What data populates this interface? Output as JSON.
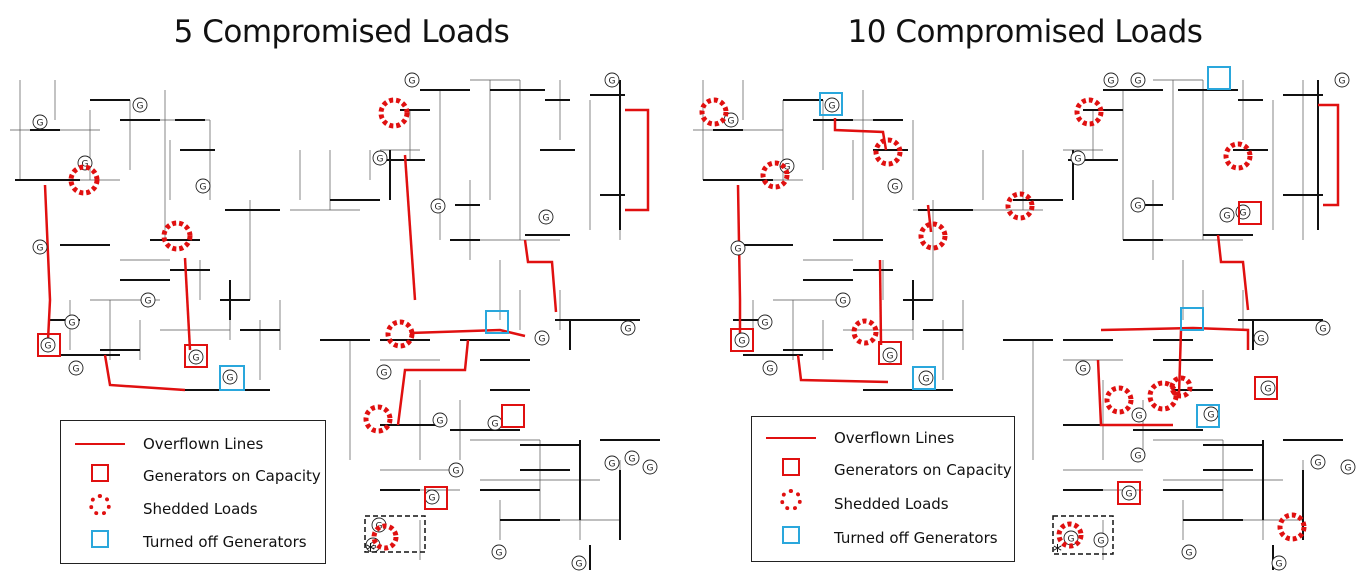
{
  "panels": [
    {
      "title": "5 Compromised Loads"
    },
    {
      "title": "10 Compromised Loads"
    }
  ],
  "legend": {
    "overflown_lines": "Overflown Lines",
    "generators_on_capacity": "Generators on Capacity",
    "shedded_loads": "Shedded Loads",
    "turned_off_generators": "Turned off Generators"
  },
  "symbols": {
    "generator": "G",
    "attack_marker": "*"
  },
  "colors": {
    "overflow": "#e01010",
    "capacity": "#e01010",
    "shed": "#e01010",
    "turned_off": "#2aa7dc",
    "grid": "#222222"
  }
}
